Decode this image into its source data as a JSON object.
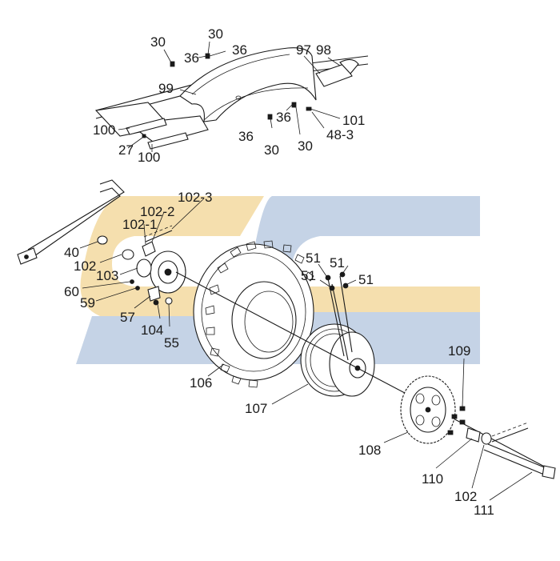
{
  "watermark": {
    "colors": {
      "blue": "#c5d3e6",
      "gold": "#f5dfae"
    }
  },
  "callouts": [
    {
      "id": "c1",
      "text": "30"
    },
    {
      "id": "c2",
      "text": "30"
    },
    {
      "id": "c3",
      "text": "36"
    },
    {
      "id": "c4",
      "text": "36"
    },
    {
      "id": "c5",
      "text": "97"
    },
    {
      "id": "c6",
      "text": "98"
    },
    {
      "id": "c7",
      "text": "99"
    },
    {
      "id": "c8",
      "text": "36"
    },
    {
      "id": "c9",
      "text": "101"
    },
    {
      "id": "c10",
      "text": "48-3"
    },
    {
      "id": "c11",
      "text": "30"
    },
    {
      "id": "c12",
      "text": "36"
    },
    {
      "id": "c13",
      "text": "30"
    },
    {
      "id": "c14",
      "text": "100"
    },
    {
      "id": "c15",
      "text": "27"
    },
    {
      "id": "c16",
      "text": "100"
    },
    {
      "id": "c17",
      "text": "102-3"
    },
    {
      "id": "c18",
      "text": "102-2"
    },
    {
      "id": "c19",
      "text": "102-1"
    },
    {
      "id": "c20",
      "text": "40"
    },
    {
      "id": "c21",
      "text": "102"
    },
    {
      "id": "c22",
      "text": "103"
    },
    {
      "id": "c23",
      "text": "60"
    },
    {
      "id": "c24",
      "text": "59"
    },
    {
      "id": "c25",
      "text": "57"
    },
    {
      "id": "c26",
      "text": "104"
    },
    {
      "id": "c27",
      "text": "55"
    },
    {
      "id": "c28",
      "text": "51"
    },
    {
      "id": "c29",
      "text": "51"
    },
    {
      "id": "c30",
      "text": "51"
    },
    {
      "id": "c31",
      "text": "51"
    },
    {
      "id": "c32",
      "text": "109"
    },
    {
      "id": "c33",
      "text": "106"
    },
    {
      "id": "c34",
      "text": "107"
    },
    {
      "id": "c35",
      "text": "108"
    },
    {
      "id": "c36",
      "text": "110"
    },
    {
      "id": "c37",
      "text": "102"
    },
    {
      "id": "c38",
      "text": "111"
    }
  ]
}
